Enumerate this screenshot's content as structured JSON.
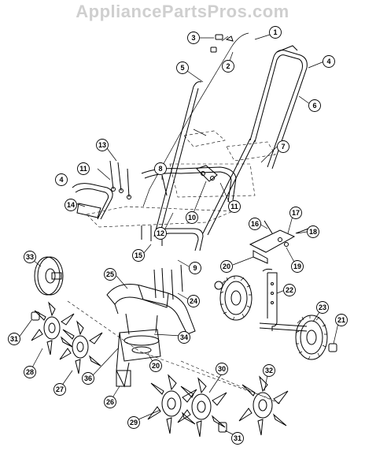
{
  "watermark": "AppliancePartsPros.com",
  "callouts": [
    {
      "id": "c1",
      "text": "1"
    },
    {
      "id": "c2",
      "text": "2"
    },
    {
      "id": "c3",
      "text": "3"
    },
    {
      "id": "c4a",
      "text": "4"
    },
    {
      "id": "c4b",
      "text": "4"
    },
    {
      "id": "c5",
      "text": "5"
    },
    {
      "id": "c6",
      "text": "6"
    },
    {
      "id": "c7",
      "text": "7"
    },
    {
      "id": "c8",
      "text": "8"
    },
    {
      "id": "c9",
      "text": "9"
    },
    {
      "id": "c10",
      "text": "10"
    },
    {
      "id": "c11a",
      "text": "11"
    },
    {
      "id": "c11b",
      "text": "11"
    },
    {
      "id": "c12",
      "text": "12"
    },
    {
      "id": "c13",
      "text": "13"
    },
    {
      "id": "c14",
      "text": "14"
    },
    {
      "id": "c15",
      "text": "15"
    },
    {
      "id": "c16",
      "text": "16"
    },
    {
      "id": "c17",
      "text": "17"
    },
    {
      "id": "c18",
      "text": "18"
    },
    {
      "id": "c19",
      "text": "19"
    },
    {
      "id": "c20a",
      "text": "20"
    },
    {
      "id": "c20b",
      "text": "20"
    },
    {
      "id": "c21",
      "text": "21"
    },
    {
      "id": "c22",
      "text": "22"
    },
    {
      "id": "c23",
      "text": "23"
    },
    {
      "id": "c24",
      "text": "24"
    },
    {
      "id": "c25",
      "text": "25"
    },
    {
      "id": "c26",
      "text": "26"
    },
    {
      "id": "c27",
      "text": "27"
    },
    {
      "id": "c28",
      "text": "28"
    },
    {
      "id": "c29",
      "text": "29"
    },
    {
      "id": "c30",
      "text": "30"
    },
    {
      "id": "c31a",
      "text": "31"
    },
    {
      "id": "c31b",
      "text": "31"
    },
    {
      "id": "c32",
      "text": "32"
    },
    {
      "id": "c33",
      "text": "33"
    },
    {
      "id": "c34",
      "text": "34"
    },
    {
      "id": "c36",
      "text": "36"
    }
  ]
}
